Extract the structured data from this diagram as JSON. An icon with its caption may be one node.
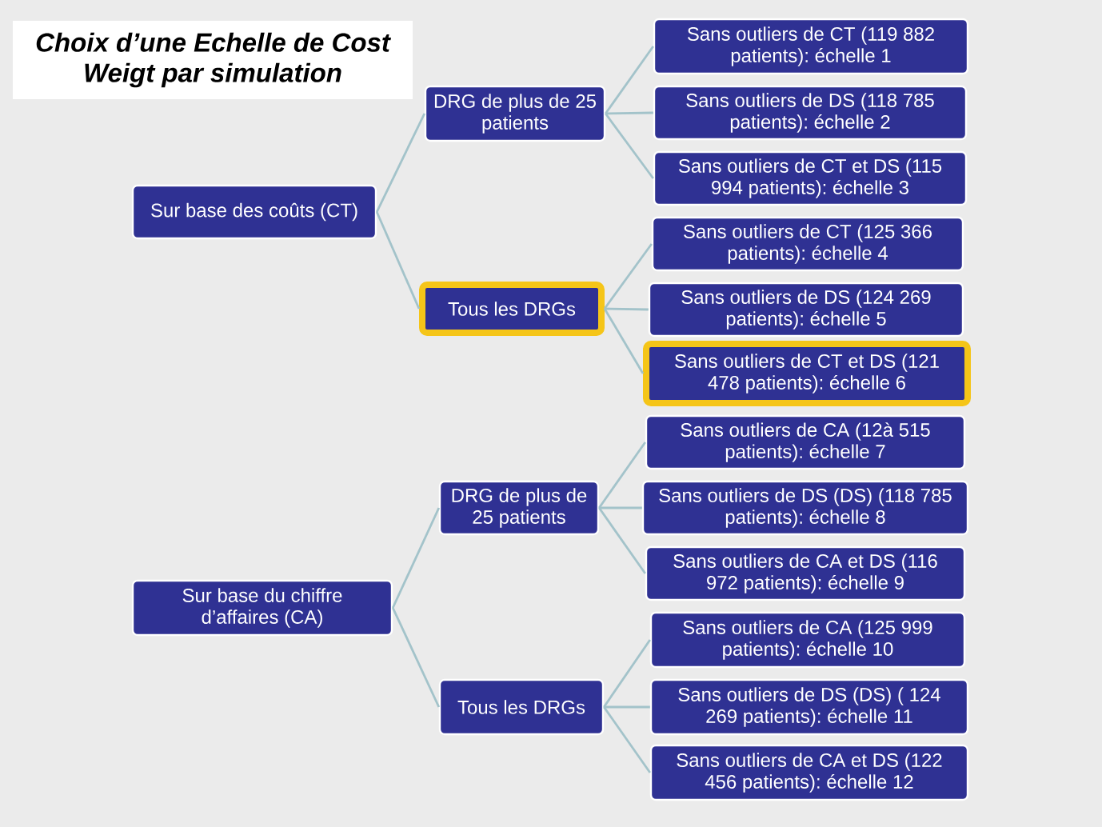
{
  "diagram": {
    "title": "Choix d’une Echelle de Cost Weigt par simulation",
    "nodes": [
      {
        "text": [
          "Sur base des coûts (CT)"
        ]
      },
      {
        "text": [
          "DRG de plus de 25 patients"
        ]
      },
      {
        "text": [
          "Sans outliers de CT (119 882 patients): échelle 1"
        ]
      },
      {
        "text": [
          "Sans outliers de DS (118 785 patients): échelle 2"
        ]
      },
      {
        "text": [
          "Sans outliers de CT et DS (115 994 patients): échelle 3"
        ]
      },
      {
        "text": [
          "Tous les DRGs"
        ]
      },
      {
        "text": [
          "Sans outliers de CT (125 366 patients): échelle 4"
        ]
      },
      {
        "text": [
          "Sans outliers de DS (124 269 patients): échelle 5"
        ]
      },
      {
        "text": [
          "Sans outliers de CT et DS (121 478 patients): échelle 6"
        ]
      },
      {
        "text": [
          "Sur base du chiffre d’affaires (CA)"
        ]
      },
      {
        "text": [
          "DRG de plus de 25 patients"
        ]
      },
      {
        "text": [
          "Sans outliers de CA (12à 515 patients): échelle 7"
        ]
      },
      {
        "text": [
          "Sans outliers de DS (DS) (118 785 patients): échelle 8"
        ]
      },
      {
        "text": [
          "Sans outliers de CA et DS (116 972 patients): échelle 9"
        ]
      },
      {
        "text": [
          "Tous les DRGs"
        ]
      },
      {
        "text": [
          "Sans outliers de CA (125 999 patients): échelle 10"
        ]
      },
      {
        "text": [
          "Sans outliers de DS (DS) ( 124 269 patients): échelle 11"
        ]
      },
      {
        "text": [
          "Sans outliers de CA et DS (122 456 patients): échelle 12"
        ]
      }
    ],
    "edges": [
      {
        "from": 0,
        "to": 1,
        "arrow": "none"
      },
      {
        "from": 0,
        "to": 5,
        "arrow": "none"
      },
      {
        "from": 1,
        "to": 2,
        "arrow": "none"
      },
      {
        "from": 1,
        "to": 3,
        "arrow": "none"
      },
      {
        "from": 1,
        "to": 4,
        "arrow": "none"
      },
      {
        "from": 5,
        "to": 6,
        "arrow": "none"
      },
      {
        "from": 5,
        "to": 7,
        "arrow": "none"
      },
      {
        "from": 5,
        "to": 8,
        "arrow": "none"
      },
      {
        "from": 9,
        "to": 10,
        "arrow": "none"
      },
      {
        "from": 9,
        "to": 14,
        "arrow": "none"
      },
      {
        "from": 10,
        "to": 11,
        "arrow": "none"
      },
      {
        "from": 10,
        "to": 12,
        "arrow": "none"
      },
      {
        "from": 10,
        "to": 13,
        "arrow": "none"
      },
      {
        "from": 14,
        "to": 15,
        "arrow": "none"
      },
      {
        "from": 14,
        "to": 16,
        "arrow": "none"
      },
      {
        "from": 14,
        "to": 17,
        "arrow": "none"
      }
    ]
  }
}
